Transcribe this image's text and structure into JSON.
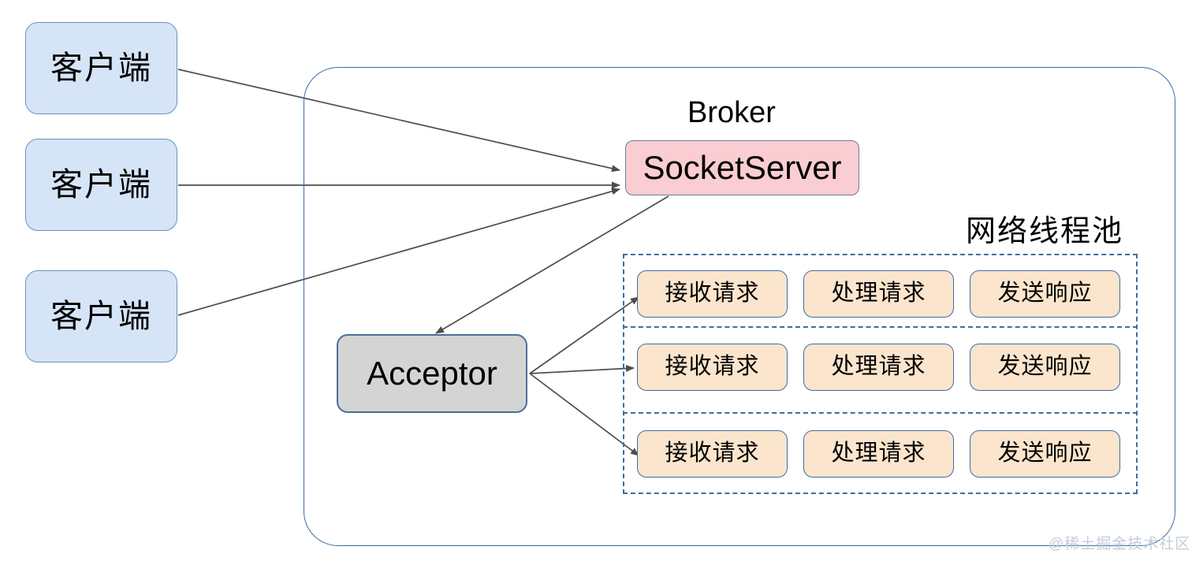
{
  "diagram": {
    "title": "Kafka Broker SocketServer network thread pool diagram",
    "colors": {
      "client_fill": "#d6e4f7",
      "client_border": "#6a93c0",
      "socketserver_fill": "#f9cdd2",
      "socketserver_border": "#6a7f9e",
      "acceptor_fill": "#d4d4d4",
      "acceptor_border": "#4a6f96",
      "thread_fill": "#fce5cd",
      "thread_border": "#3b6ea5",
      "frame_border": "#3b6ea5",
      "arrow": "#4d4d4d",
      "watermark": "#c3cdd9"
    },
    "clients": [
      {
        "label": "客户端"
      },
      {
        "label": "客户端"
      },
      {
        "label": "客户端"
      }
    ],
    "broker": {
      "title": "Broker",
      "socketserver": {
        "label": "SocketServer"
      },
      "acceptor": {
        "label": "Acceptor"
      },
      "pool": {
        "title": "网络线程池",
        "rows": [
          {
            "stages": [
              "接收请求",
              "处理请求",
              "发送响应"
            ]
          },
          {
            "stages": [
              "接收请求",
              "处理请求",
              "发送响应"
            ]
          },
          {
            "stages": [
              "接收请求",
              "处理请求",
              "发送响应"
            ]
          }
        ]
      }
    },
    "watermark": "@稀土掘金技术社区"
  }
}
